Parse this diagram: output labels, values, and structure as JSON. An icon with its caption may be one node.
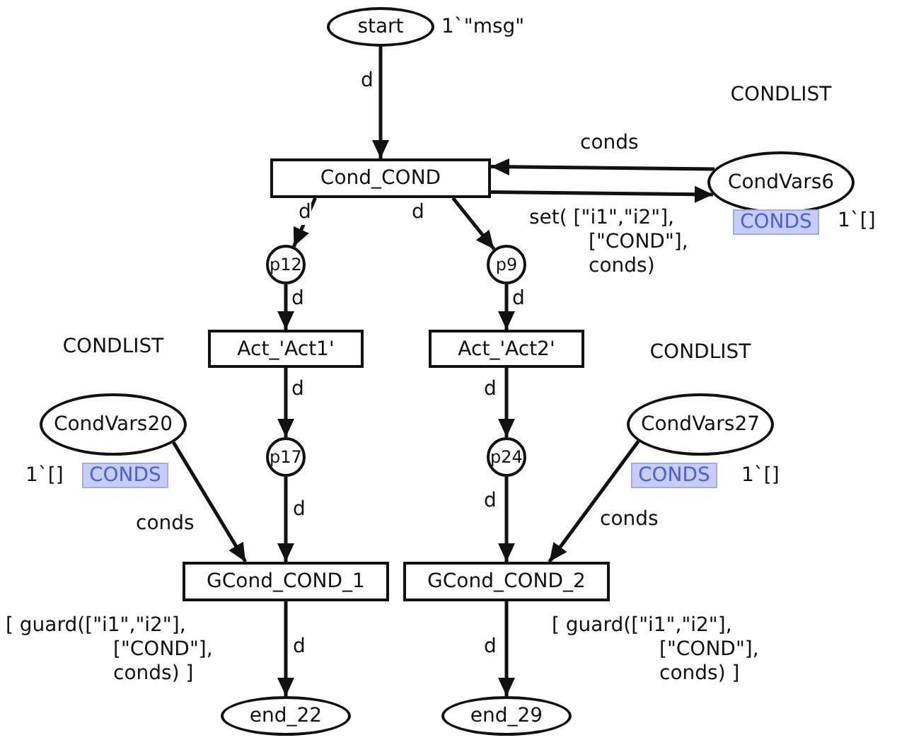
{
  "diagram": {
    "nodes": [
      {
        "text": [
          "start"
        ],
        "beside": [
          "1`\"msg\""
        ]
      },
      {
        "text": [
          "Cond_COND"
        ]
      },
      {
        "text": [
          "CONDLIST",
          "CondVars6"
        ],
        "beside": [
          "CONDS",
          "1`[]"
        ]
      },
      {
        "text": [
          "p12"
        ]
      },
      {
        "text": [
          "p9"
        ]
      },
      {
        "text": [
          "Act_'Act1'"
        ]
      },
      {
        "text": [
          "Act_'Act2'"
        ]
      },
      {
        "text": [
          "CONDLIST",
          "CondVars20"
        ],
        "beside": [
          "1`[]",
          "CONDS"
        ]
      },
      {
        "text": [
          "p17"
        ]
      },
      {
        "text": [
          "p24"
        ]
      },
      {
        "text": [
          "CONDLIST",
          "CondVars27"
        ],
        "beside": [
          "CONDS",
          "1`[]"
        ]
      },
      {
        "text": [
          "GCond_COND_1"
        ],
        "beside": [
          "[ guard([\"i1\",\"i2\"], [\"COND\"], conds) ]"
        ]
      },
      {
        "text": [
          "GCond_COND_2"
        ],
        "beside": [
          "[ guard([\"i1\",\"i2\"], [\"COND\"], conds) ]"
        ]
      },
      {
        "text": [
          "end_22"
        ]
      },
      {
        "text": [
          "end_29"
        ]
      }
    ],
    "edges": [
      {
        "from": 0,
        "to": 1,
        "arrow": "to",
        "label": "d"
      },
      {
        "from": 2,
        "to": 1,
        "arrow": "to",
        "label": "conds"
      },
      {
        "from": 1,
        "to": 2,
        "arrow": "to",
        "label": "set( [\"i1\",\"i2\"], [\"COND\"], conds)"
      },
      {
        "from": 1,
        "to": 3,
        "arrow": "to",
        "label": "d"
      },
      {
        "from": 1,
        "to": 4,
        "arrow": "to",
        "label": "d"
      },
      {
        "from": 3,
        "to": 5,
        "arrow": "to",
        "label": "d"
      },
      {
        "from": 4,
        "to": 6,
        "arrow": "to",
        "label": "d"
      },
      {
        "from": 5,
        "to": 8,
        "arrow": "to",
        "label": "d"
      },
      {
        "from": 6,
        "to": 9,
        "arrow": "to",
        "label": "d"
      },
      {
        "from": 7,
        "to": 11,
        "arrow": "to",
        "label": "conds"
      },
      {
        "from": 8,
        "to": 11,
        "arrow": "to",
        "label": "d"
      },
      {
        "from": 9,
        "to": 12,
        "arrow": "to",
        "label": "d"
      },
      {
        "from": 10,
        "to": 12,
        "arrow": "to",
        "label": "conds"
      },
      {
        "from": 11,
        "to": 13,
        "arrow": "to",
        "label": "d"
      },
      {
        "from": 12,
        "to": 14,
        "arrow": "to",
        "label": "d"
      }
    ]
  }
}
